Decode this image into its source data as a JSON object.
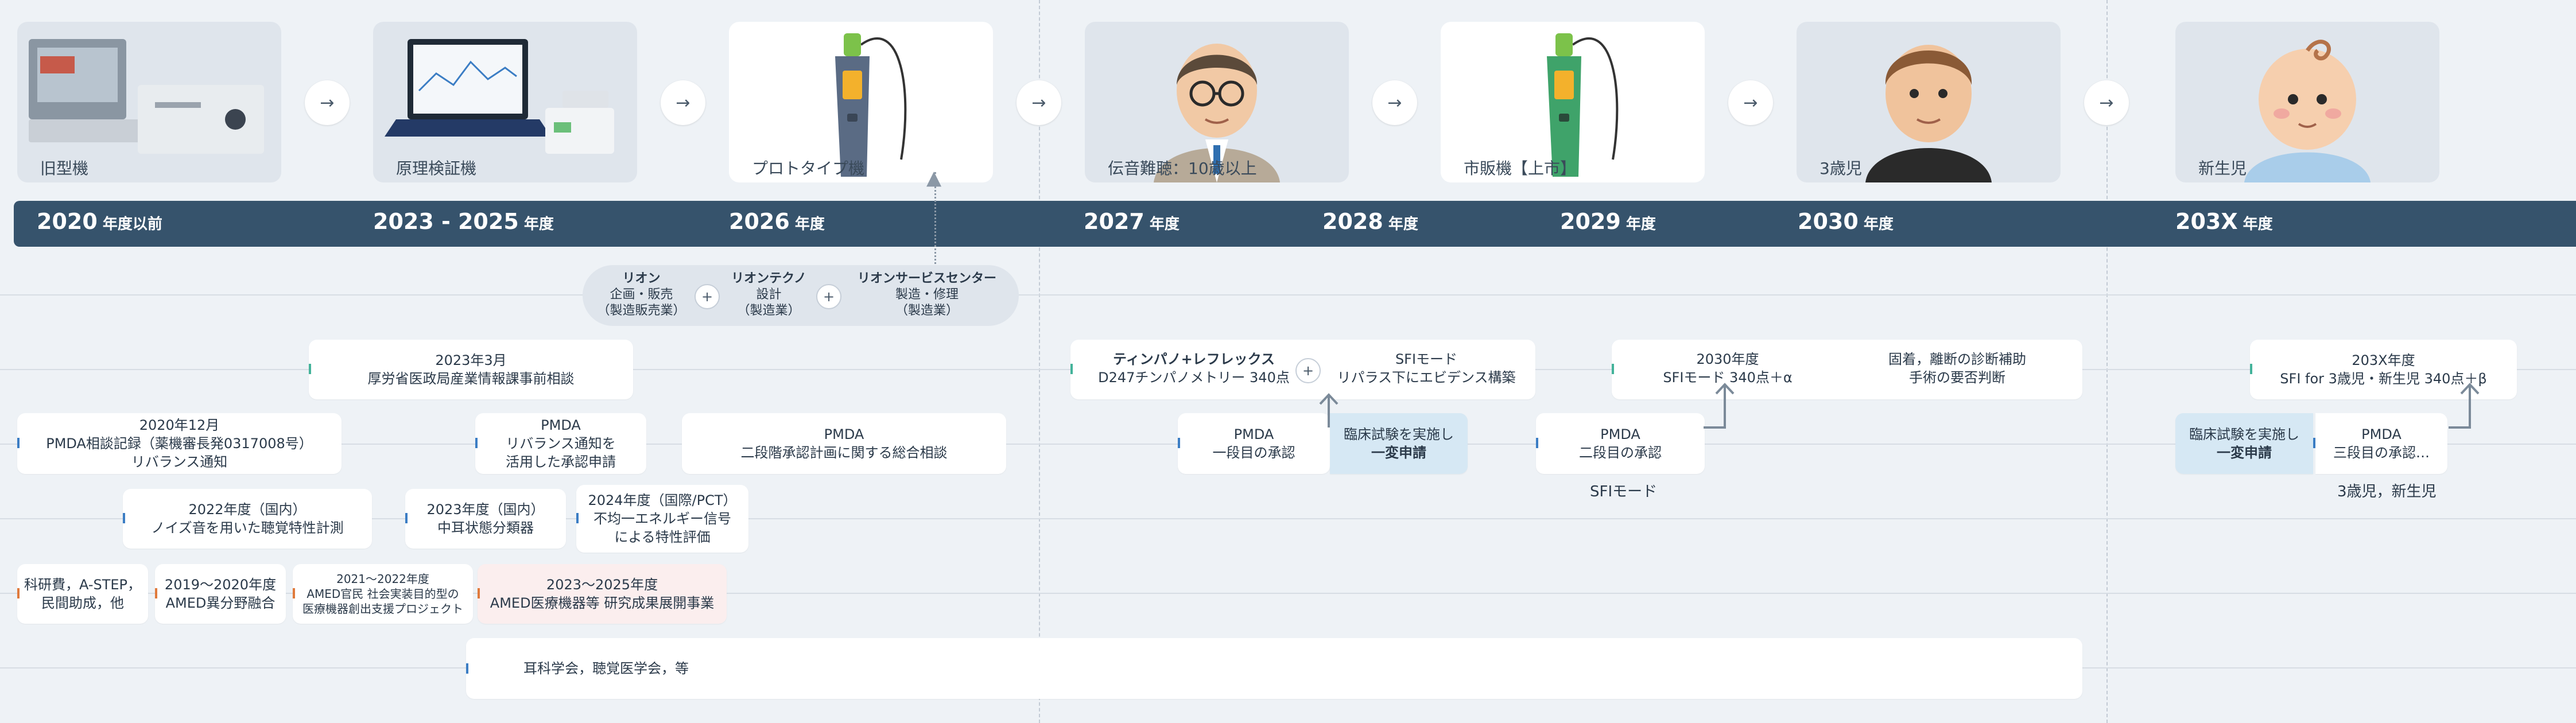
{
  "images": [
    {
      "caption": "旧型機",
      "icon": "legacy-device-image"
    },
    {
      "caption": "原理検証機",
      "icon": "laptop-device-image"
    },
    {
      "caption": "プロトタイプ機",
      "icon": "handheld-prototype-image"
    },
    {
      "caption": "伝音難聴：10歳以上",
      "icon": "adult-man-avatar"
    },
    {
      "caption": "市販機【上市】",
      "icon": "handheld-commercial-image"
    },
    {
      "caption": "3歳児",
      "icon": "child-avatar"
    },
    {
      "caption": "新生児",
      "icon": "baby-avatar"
    }
  ],
  "arrow_glyph": "→",
  "years": [
    {
      "big": "2020",
      "small": " 年度以前"
    },
    {
      "big": "2023 - 2025",
      "small": " 年度"
    },
    {
      "big": "2026",
      "small": " 年度"
    },
    {
      "big": "2027",
      "small": " 年度"
    },
    {
      "big": "2028",
      "small": " 年度"
    },
    {
      "big": "2029",
      "small": " 年度"
    },
    {
      "big": "2030",
      "small": " 年度"
    },
    {
      "big": "203X",
      "small": " 年度"
    }
  ],
  "partners": {
    "p1": {
      "name": "リオン",
      "l1": "企画・販売",
      "l2": "（製造販売業）"
    },
    "p2": {
      "name": "リオンテクノ",
      "l1": "設計",
      "l2": "（製造業）"
    },
    "p3": {
      "name": "リオンサービスセンター",
      "l1": "製造・修理",
      "l2": "（製造業）"
    },
    "plus": "+"
  },
  "boxes": {
    "mhlw": {
      "l1": "2023年3月",
      "l2": "厚労省医政局産業情報課事前相談"
    },
    "tympano": {
      "l1": "ティンパノ+レフレックス",
      "l2": "D247チンパノメトリー 340点"
    },
    "sfi_mode": {
      "l1": "SFIモード",
      "l2": "リパラス下にエビデンス構築"
    },
    "y2030": {
      "l1": "2030年度",
      "l2": "SFIモード 340点＋α"
    },
    "fixation": {
      "l1": "固着，離断の診断補助",
      "l2": "手術の要否判断"
    },
    "y203x": {
      "l1": "203X年度",
      "l2": "SFI for 3歳児・新生児 340点＋β"
    },
    "pmda_2020": {
      "l1": "2020年12月",
      "l2": "PMDA相談記録（薬機審長発0317008号）",
      "l3": "リバランス通知"
    },
    "pmda_rebalance": {
      "l1": "PMDA",
      "l2": "リバランス通知を",
      "l3": "活用した承認申請"
    },
    "pmda_2stage": {
      "l1": "PMDA",
      "l2": "二段階承認計画に関する総合相談"
    },
    "pmda_first": {
      "l1": "PMDA",
      "l2": "一段目の承認"
    },
    "trial_1": {
      "l1": "臨床試験を実施し",
      "l2": "一変申請"
    },
    "pmda_second": {
      "l1": "PMDA",
      "l2": "二段目の承認"
    },
    "trial_2": {
      "l1": "臨床試験を実施し",
      "l2": "一変申請"
    },
    "pmda_third": {
      "l1": "PMDA",
      "l2": "三段目の承認…"
    },
    "r2022": {
      "l1": "2022年度（国内）",
      "l2": "ノイズ音を用いた聴覚特性計測"
    },
    "r2023": {
      "l1": "2023年度（国内）",
      "l2": "中耳状態分類器"
    },
    "r2024": {
      "l1": "2024年度（国際/PCT）",
      "l2": "不均一エネルギー信号",
      "l3": "による特性評価"
    },
    "f_kaken": {
      "l1": "科研費，A-STEP，",
      "l2": "民間助成，他"
    },
    "f_amed1": {
      "l1": "2019～2020年度",
      "l2": "AMED異分野融合"
    },
    "f_amed2": {
      "l1": "2021～2022年度",
      "l2": "AMED官民 社会実装目的型の",
      "l3": "医療機器創出支援プロジェクト"
    },
    "f_amed3": {
      "l1": "2023～2025年度",
      "l2": "AMED医療機器等 研究成果展開事業"
    },
    "society": {
      "l1": "耳科学会，聴覚医学会，等"
    }
  },
  "notes": {
    "sfi_mode_label": "SFIモード",
    "children_label": "3歳児，新生児"
  },
  "colors": {
    "year_bar": "#36536c",
    "teal_marker": "#43b39a",
    "blue_marker": "#3b7dc4",
    "orange_marker": "#e07a3c",
    "highlight_box": "#d6e8f4",
    "pink_box": "#fbeeee"
  }
}
